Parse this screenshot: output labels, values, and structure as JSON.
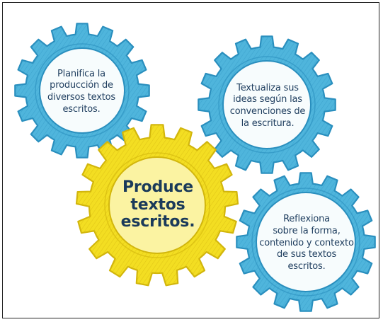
{
  "diagram": {
    "gears": [
      {
        "id": "planifica",
        "text": "Planifica la\nproducción de\ndiversos textos\nescritos.",
        "color": "#4fb5dc"
      },
      {
        "id": "textualiza",
        "text": "Textualiza sus\nideas según las\nconvenciones de\nla escritura.",
        "color": "#4fb5dc"
      },
      {
        "id": "produce",
        "text": "Produce\ntextos\nescritos.",
        "color": "#f3de22"
      },
      {
        "id": "reflexiona",
        "text": "Reflexiona\nsobre la forma,\ncontenido y contexto\nde sus textos\nescritos.",
        "color": "#4fb5dc"
      }
    ],
    "colors": {
      "blue_gear": "#4fb5dc",
      "blue_gear_dark": "#2a8fbe",
      "yellow_gear": "#f3de22",
      "yellow_gear_dark": "#d2b60c",
      "center_fill": "#f7fcfd",
      "center_fill_yellow": "#fbf3a2",
      "text": "#1e3d5e"
    }
  }
}
